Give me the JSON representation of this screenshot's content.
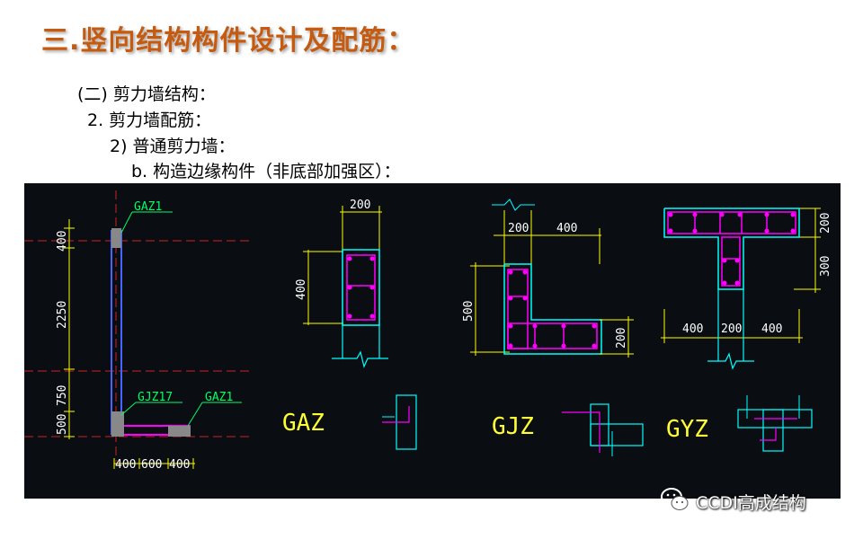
{
  "title": "三.竖向结构构件设计及配筋：",
  "outline": [
    "(二) 剪力墙结构：",
    "2. 剪力墙配筋：",
    "2) 普通剪力墙：",
    "b. 构造边缘构件（非底部加强区）："
  ],
  "drawing": {
    "left_dims": [
      "400",
      "2250",
      "750",
      "500"
    ],
    "bottom_dims": [
      "400",
      "600",
      "400"
    ],
    "tags": [
      "GAZ1",
      "GJZ17",
      "GAZ1"
    ],
    "gaz_dims": [
      "200",
      "400"
    ],
    "gjz_dims": [
      "200",
      "400",
      "500",
      "200"
    ],
    "gyz_dims": [
      "200",
      "300",
      "400",
      "200",
      "400"
    ],
    "legend": [
      "GAZ",
      "GJZ",
      "GYZ"
    ]
  },
  "watermark": "CCDI高成结构",
  "colors": {
    "title": "#c55a11",
    "cad_bg": "#0a0d12",
    "rebar": "#ff00ff",
    "outline": "#00ffff",
    "dims": "#ffff00"
  }
}
